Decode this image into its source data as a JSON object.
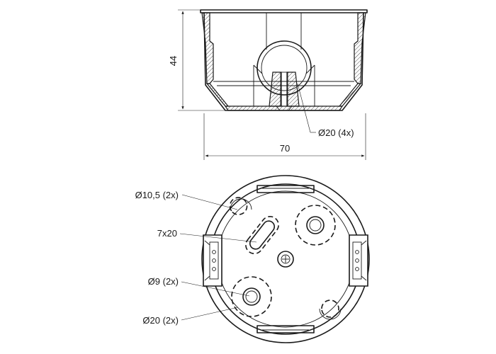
{
  "side_view": {
    "dim_height": "44",
    "dim_width": "70",
    "hole_label": "Ø20 (4x)"
  },
  "top_view": {
    "label_knockout_small": "Ø10,5 (2x)",
    "label_slot": "7x20",
    "label_knockout_9": "Ø9 (2x)",
    "label_knockout_20": "Ø20 (2x)"
  }
}
